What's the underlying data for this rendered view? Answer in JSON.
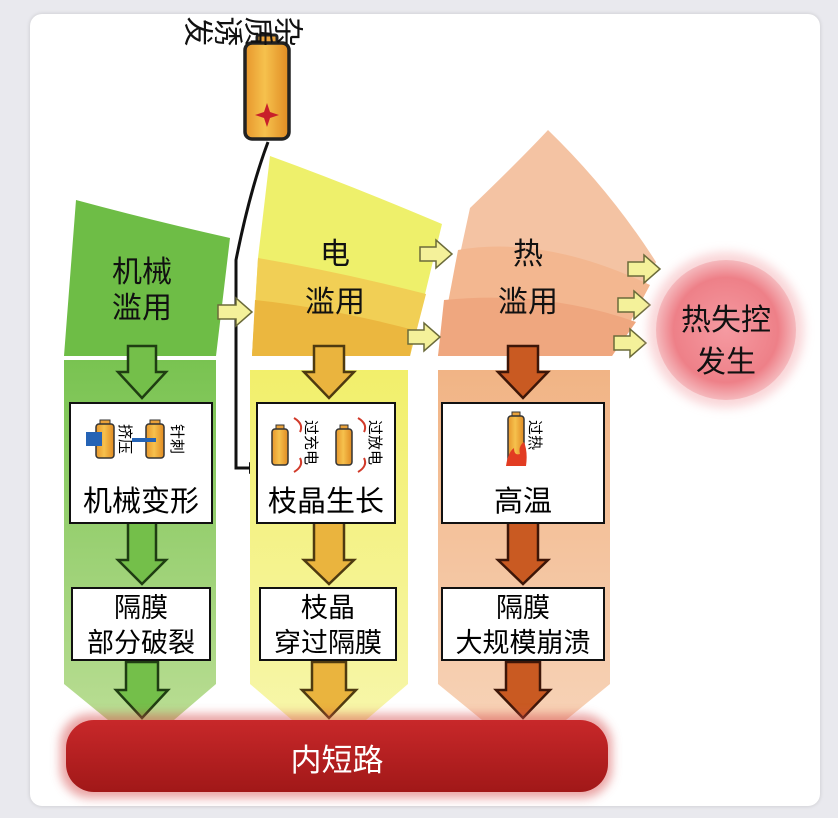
{
  "trigger": {
    "impurity_label": "杂质诱发"
  },
  "abuse": {
    "mechanical": {
      "line1": "机械",
      "line2": "滥用"
    },
    "electrical": {
      "line1": "电",
      "line2": "滥用"
    },
    "thermal": {
      "line1": "热",
      "line2": "滥用"
    }
  },
  "stage1": {
    "mechanical": {
      "label": "机械变形",
      "icon_label_a": "挤压",
      "icon_label_b": "针刺"
    },
    "electrical": {
      "label": "枝晶生长",
      "icon_label_a": "过充电",
      "icon_label_b": "过放电"
    },
    "thermal": {
      "label": "高温",
      "icon_label_a": "过热"
    }
  },
  "stage2": {
    "mechanical": {
      "line1": "隔膜",
      "line2": "部分破裂"
    },
    "electrical": {
      "line1": "枝晶",
      "line2": "穿过隔膜"
    },
    "thermal": {
      "line1": "隔膜",
      "line2": "大规模崩溃"
    }
  },
  "outcome": {
    "short_circuit": "内短路",
    "thermal_runaway_line1": "热失控",
    "thermal_runaway_line2": "发生"
  },
  "colors": {
    "green": "#6cbd45",
    "yellow": "#eef06a",
    "orange": "#f0b27f",
    "dark_red": "#b51e1e",
    "runaway_pink": "#f08a91"
  }
}
